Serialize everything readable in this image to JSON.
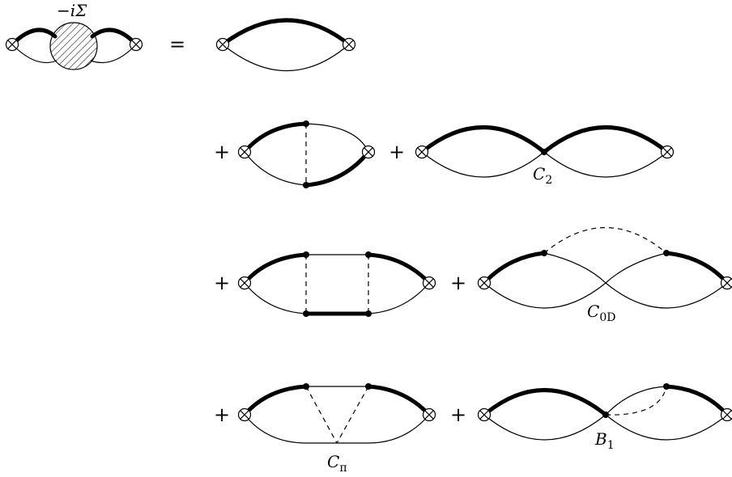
{
  "self_energy_label": "−iΣ",
  "equals": "=",
  "plus": "+",
  "labels": {
    "c2": {
      "main": "C",
      "sub": "2"
    },
    "c0d": {
      "main": "C",
      "sub": "0D"
    },
    "cpi": {
      "main": "C",
      "sub": "π"
    },
    "b1": {
      "main": "B",
      "sub": "1"
    }
  }
}
